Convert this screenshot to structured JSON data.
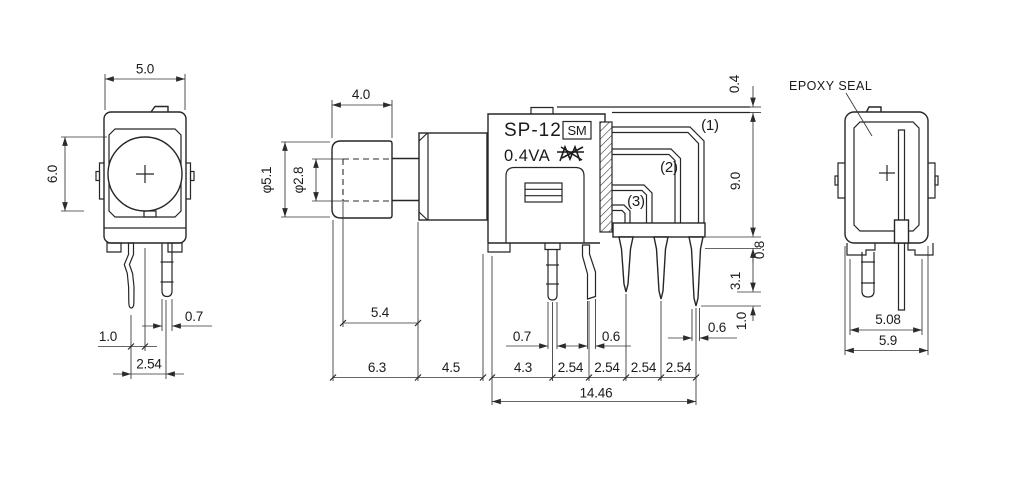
{
  "front_view": {
    "dim_width": "5.0",
    "dim_height": "6.0",
    "dim_pin_width": "0.7",
    "dim_pin_offset": "1.0",
    "dim_pin_pitch": "2.54"
  },
  "side_view": {
    "part_number": "SP-12",
    "seal_mark": "SM",
    "rating": "0.4VA",
    "label_terminal_1": "(1)",
    "label_terminal_2": "(2)",
    "label_terminal_3": "(3)",
    "dim_cap_width": "4.0",
    "dim_cap_diameter": "φ5.1",
    "dim_shaft_diameter": "φ2.8",
    "dim_stroke": "5.4",
    "dim_front_length": "6.3",
    "dim_nut_section": "4.5",
    "dim_body_to_pin": "4.3",
    "dim_pitch": "2.54",
    "dim_overall_length": "14.46",
    "dim_terminal_thickness": "0.4",
    "dim_body_height": "9.0",
    "dim_bracket_thickness": "0.8",
    "dim_pin_length": "3.1",
    "dim_pin_tip": "1.0",
    "dim_pin_width_body": "0.7",
    "dim_pin_width_bent": "0.6",
    "dim_pin_width_right": "0.6"
  },
  "back_view": {
    "callout_epoxy": "EPOXY SEAL",
    "dim_pin_span": "5.08",
    "dim_body_width": "5.9"
  }
}
